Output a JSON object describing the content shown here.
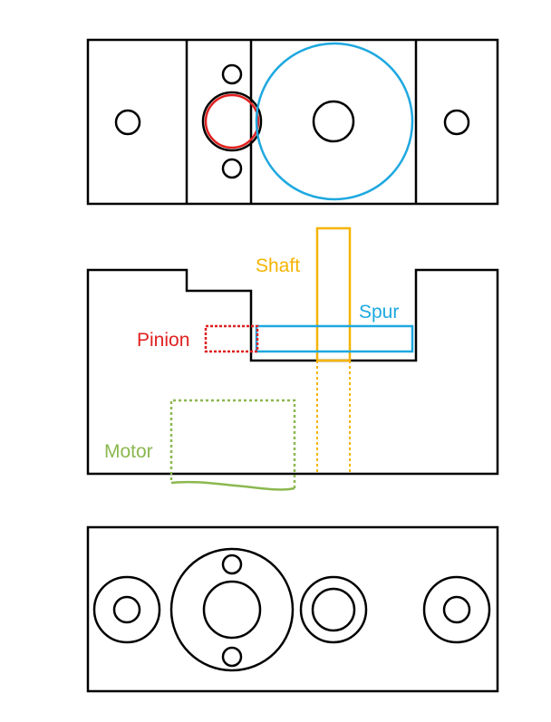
{
  "labels": {
    "shaft": "Shaft",
    "spur": "Spur",
    "pinion": "Pinion",
    "motor": "Motor"
  },
  "colors": {
    "outline": "#000000",
    "shaft": "#f5b400",
    "spur": "#1ea8e0",
    "pinion": "#e02020",
    "motor": "#8cb850"
  }
}
